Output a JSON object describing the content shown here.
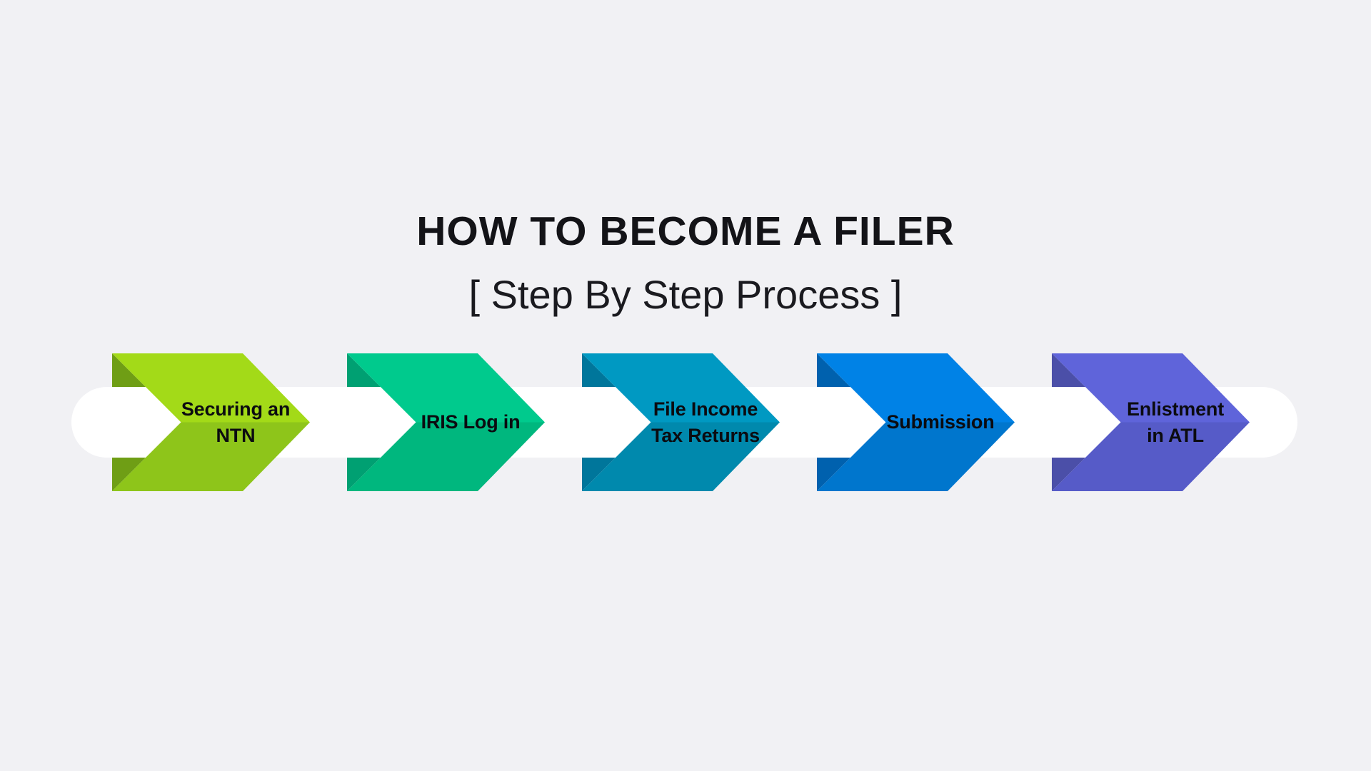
{
  "page": {
    "background_color": "#F1F1F4",
    "text_color": "#131317"
  },
  "header": {
    "title": "HOW TO BECOME A FILER",
    "subtitle": "[ Step By Step Process ]"
  },
  "process": {
    "track_color": "#FFFFFF",
    "label_text_color": "#0B0B10",
    "steps": [
      {
        "label": "Securing an NTN",
        "label_lines": [
          "Securing an",
          "NTN"
        ],
        "colors": {
          "top": "#A3DA18",
          "bottom": "#8EC51A",
          "fold": "#6F9E15"
        }
      },
      {
        "label": "IRIS Log in",
        "label_lines": [
          "IRIS Log in"
        ],
        "colors": {
          "top": "#00CA8D",
          "bottom": "#00B77E",
          "fold": "#00A072"
        }
      },
      {
        "label": "File Income Tax Returns",
        "label_lines": [
          "File Income",
          "Tax Returns"
        ],
        "colors": {
          "top": "#0099C2",
          "bottom": "#0089AD",
          "fold": "#00769B"
        }
      },
      {
        "label": "Submission",
        "label_lines": [
          "Submission"
        ],
        "colors": {
          "top": "#0082E6",
          "bottom": "#0076CD",
          "fold": "#0061AE"
        }
      },
      {
        "label": "Enlistment in ATL",
        "label_lines": [
          "Enlistment",
          "in ATL"
        ],
        "colors": {
          "top": "#5F64DA",
          "bottom": "#565BC8",
          "fold": "#4B4FA8"
        }
      }
    ]
  }
}
